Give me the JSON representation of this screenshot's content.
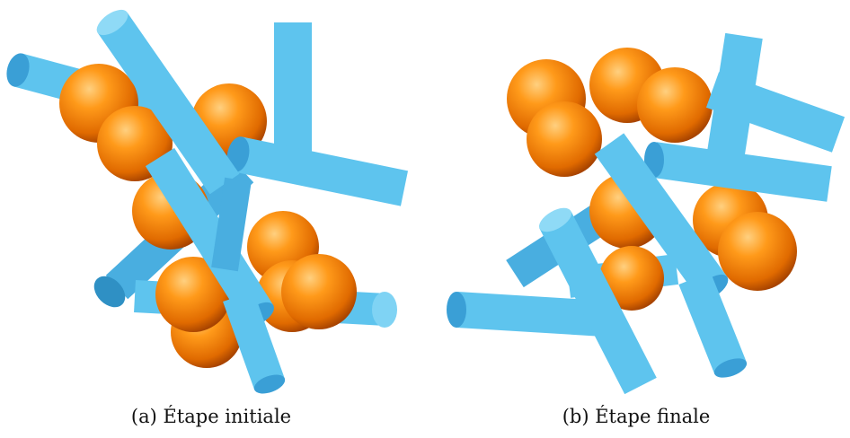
{
  "figure": {
    "panels": [
      {
        "id": "a",
        "caption": "(a) Étape initiale"
      },
      {
        "id": "b",
        "caption": "(b) Étape finale"
      }
    ]
  },
  "colors": {
    "cylinder": "#5ec4ee",
    "cylinder_shadow": "#2b84b5",
    "cylinder_highlight": "#c6ecfb",
    "sphere": "#ff8c00",
    "sphere_shadow": "#a84400",
    "sphere_highlight": "#ffd080",
    "background": "#ffffff"
  }
}
